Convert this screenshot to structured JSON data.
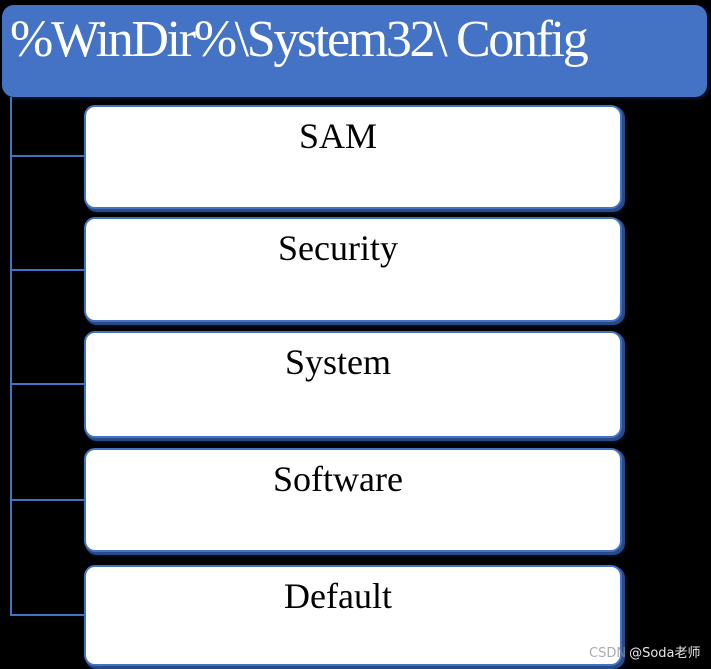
{
  "diagram": {
    "title": "%WinDir%\\System32\\ Config",
    "items": [
      {
        "label": "SAM"
      },
      {
        "label": "Security"
      },
      {
        "label": "System"
      },
      {
        "label": "Software"
      },
      {
        "label": "Default"
      }
    ],
    "colors": {
      "background": "#000000",
      "accent": "#4472C4",
      "node_fill": "#FFFFFF",
      "node_text": "#000000",
      "title_text": "#FFFFFF",
      "node_shadow": "#2E5395",
      "watermark_site": "#8A9099",
      "watermark_author": "#E8E8E8"
    }
  },
  "watermark": {
    "site": "CSDN",
    "author": "@Soda老师"
  }
}
